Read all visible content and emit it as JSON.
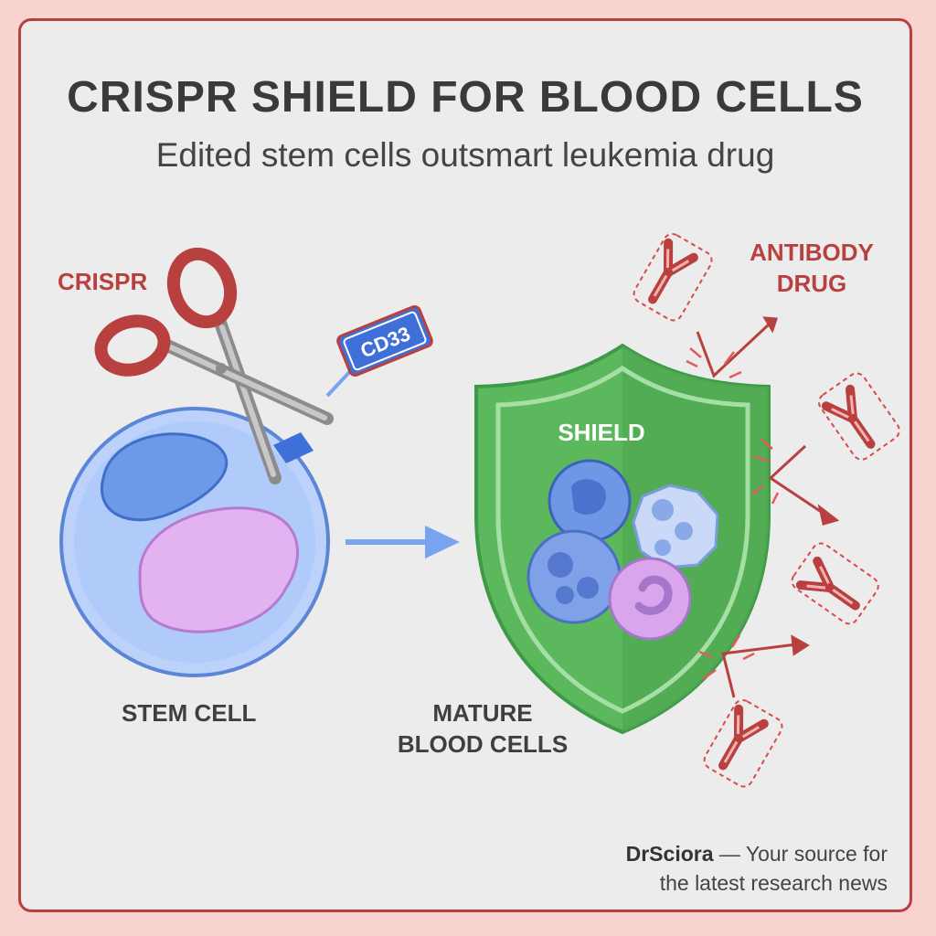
{
  "header": {
    "title": "CRISPR SHIELD FOR BLOOD CELLS",
    "subtitle": "Edited stem cells outsmart leukemia drug"
  },
  "labels": {
    "crispr": "CRISPR",
    "cd33": "CD33",
    "stem_cell": "STEM CELL",
    "shield": "SHIELD",
    "mature_line1": "MATURE",
    "mature_line2": "BLOOD CELLS",
    "antibody_line1": "ANTIBODY",
    "antibody_line2": "DRUG"
  },
  "footer": {
    "brand": "DrSciora",
    "tagline_line1": " — Your source for",
    "tagline_line2": "the latest research news"
  },
  "colors": {
    "border": "#b8403f",
    "shield": "#5cb85c",
    "stem_cell": "#a8c4f7",
    "antibody": "#b8403f"
  }
}
